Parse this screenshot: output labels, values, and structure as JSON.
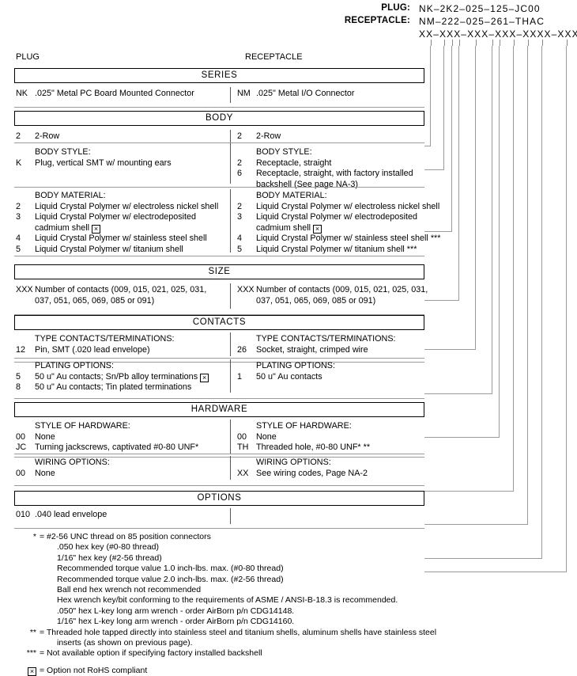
{
  "part_number_header": {
    "rows": [
      {
        "label": "PLUG:",
        "code": "NK–2K2–025–125–JC00"
      },
      {
        "label": "RECEPTACLE:",
        "code": "NM–222–025–261–THAC"
      },
      {
        "label": "",
        "code": "XX–XXX–XXX–XXX–XXXX–XXX"
      }
    ]
  },
  "column_headings": {
    "plug": "PLUG",
    "receptacle": "RECEPTACLE"
  },
  "sections": [
    {
      "title": "SERIES",
      "rows": [
        {
          "plug": {
            "code": "NK",
            "lines": [
              ".025\" Metal PC Board Mounted Connector"
            ]
          },
          "receptacle": {
            "code": "NM",
            "lines": [
              ".025\" Metal I/O Connector"
            ]
          }
        }
      ]
    },
    {
      "title": "BODY",
      "rows": [
        {
          "plug": {
            "code": "2",
            "lines": [
              "2-Row"
            ]
          },
          "receptacle": {
            "code": "2",
            "lines": [
              "2-Row"
            ]
          }
        },
        {
          "heading": "BODY STYLE:",
          "plug_entries": [
            {
              "code": "K",
              "lines": [
                "Plug, vertical SMT w/ mounting ears"
              ]
            }
          ],
          "receptacle_entries": [
            {
              "code": "2",
              "lines": [
                "Receptacle, straight"
              ]
            },
            {
              "code": "6",
              "lines": [
                "Receptacle, straight, with factory installed",
                "backshell (See page NA-3)"
              ]
            }
          ]
        },
        {
          "heading": "BODY MATERIAL:",
          "plug_entries": [
            {
              "code": "2",
              "lines": [
                "Liquid Crystal Polymer w/ electroless nickel shell"
              ]
            },
            {
              "code": "3",
              "lines": [
                "Liquid Crystal Polymer w/ electrodeposited",
                "cadmium shell  ⊠"
              ]
            },
            {
              "code": "4",
              "lines": [
                "Liquid Crystal Polymer w/ stainless steel shell"
              ]
            },
            {
              "code": "5",
              "lines": [
                "Liquid Crystal Polymer w/ titanium shell"
              ]
            }
          ],
          "receptacle_entries": [
            {
              "code": "2",
              "lines": [
                "Liquid Crystal Polymer w/ electroless nickel shell"
              ]
            },
            {
              "code": "3",
              "lines": [
                "Liquid Crystal Polymer w/ electrodeposited",
                "cadmium shell  ⊠"
              ]
            },
            {
              "code": "4",
              "lines": [
                "Liquid Crystal Polymer w/ stainless steel shell ***"
              ]
            },
            {
              "code": "5",
              "lines": [
                "Liquid Crystal Polymer w/ titanium shell ***"
              ]
            }
          ]
        }
      ]
    },
    {
      "title": "SIZE",
      "rows": [
        {
          "plug": {
            "code": "XXX",
            "lines": [
              "Number of contacts (009, 015, 021, 025, 031,",
              "037, 051, 065, 069, 085 or 091)"
            ]
          },
          "receptacle": {
            "code": "XXX",
            "lines": [
              "Number of contacts (009, 015, 021, 025, 031,",
              "037, 051, 065, 069,  085 or 091)"
            ]
          }
        }
      ]
    },
    {
      "title": "CONTACTS",
      "rows": [
        {
          "heading": "TYPE CONTACTS/TERMINATIONS:",
          "plug_entries": [
            {
              "code": "12",
              "lines": [
                "Pin, SMT (.020 lead envelope)"
              ]
            }
          ],
          "receptacle_entries": [
            {
              "code": "26",
              "lines": [
                "Socket, straight, crimped wire"
              ]
            }
          ]
        },
        {
          "heading": "PLATING OPTIONS:",
          "plug_entries": [
            {
              "code": "5",
              "lines": [
                "50 u\" Au contacts; Sn/Pb alloy terminations ⊠"
              ]
            },
            {
              "code": "8",
              "lines": [
                "50 u\" Au contacts; Tin plated terminations"
              ]
            }
          ],
          "receptacle_entries": [
            {
              "code": "1",
              "lines": [
                "50 u\" Au contacts"
              ]
            }
          ]
        }
      ]
    },
    {
      "title": "HARDWARE",
      "rows": [
        {
          "heading": "STYLE OF HARDWARE:",
          "plug_entries": [
            {
              "code": "00",
              "lines": [
                "None"
              ]
            },
            {
              "code": "JC",
              "lines": [
                "Turning jackscrews, captivated #0-80 UNF*"
              ]
            }
          ],
          "receptacle_entries": [
            {
              "code": "00",
              "lines": [
                "None"
              ]
            },
            {
              "code": "TH",
              "lines": [
                "Threaded hole, #0-80 UNF*  **"
              ]
            }
          ]
        },
        {
          "heading": "WIRING OPTIONS:",
          "plug_entries": [
            {
              "code": "00",
              "lines": [
                "None"
              ]
            }
          ],
          "receptacle_entries": [
            {
              "code": "XX",
              "lines": [
                "See wiring codes, Page NA-2"
              ]
            }
          ]
        }
      ]
    },
    {
      "title": "OPTIONS",
      "rows": [
        {
          "plug": {
            "code": "010",
            "lines": [
              ".040 lead envelope"
            ]
          },
          "receptacle": {
            "code": "",
            "lines": []
          }
        }
      ]
    }
  ],
  "footnotes": [
    {
      "marker": "*",
      "lines": [
        "= #2-56 UNC thread on 85 position connectors",
        ".050 hex key (#0-80 thread)",
        "1/16\" hex key (#2-56 thread)",
        "Recommended torque value 1.0 inch-lbs. max. (#0-80 thread)",
        "Recommended torque value 2.0 inch-lbs. max. (#2-56 thread)",
        "Ball end hex wrench not recommended",
        "Hex wrench key/bit conforming to the requirements of ASME / ANSI-B-18.3 is recommended.",
        ".050\" hex L-key long arm wrench - order AirBorn p/n CDG14148.",
        "1/16\" hex L-key long arm wrench - order AirBorn p/n CDG14160."
      ]
    },
    {
      "marker": "**",
      "lines": [
        "= Threaded hole tapped directly into stainless steel and titanium shells, aluminum shells have stainless steel",
        "inserts (as shown on previous page)."
      ]
    },
    {
      "marker": "***",
      "lines": [
        "= Not available option if specifying factory installed backshell"
      ]
    },
    {
      "marker": "⊠",
      "lines": [
        "= Option not RoHS compliant"
      ]
    }
  ],
  "colors": {
    "text": "#000000",
    "rule": "#9a9a9a",
    "divider": "#555555",
    "box_border": "#000000",
    "background": "#ffffff"
  }
}
